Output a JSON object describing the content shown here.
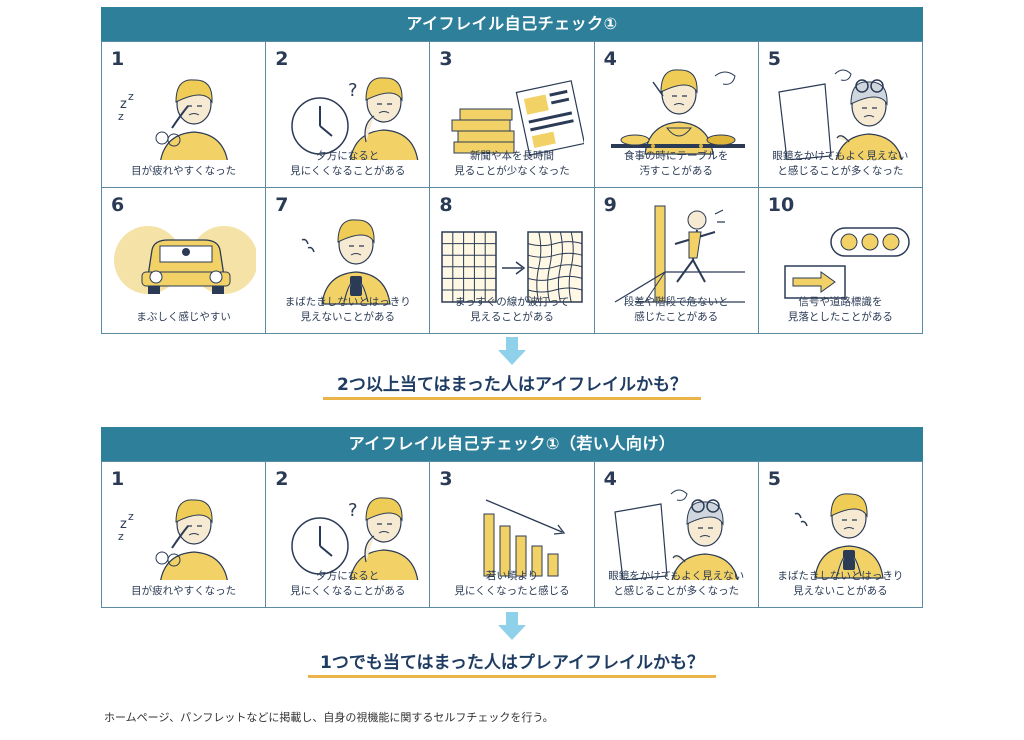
{
  "section1": {
    "title": "アイフレイル自己チェック①",
    "items": [
      {
        "num": "1",
        "caption": "目が疲れやすくなった",
        "icon": "tired-eyes-man-icon"
      },
      {
        "num": "2",
        "caption": "夕方になると\n見にくくなることがある",
        "icon": "clock-woman-icon"
      },
      {
        "num": "3",
        "caption": "新聞や本を長時間\n見ることが少なくなった",
        "icon": "books-newspaper-icon"
      },
      {
        "num": "4",
        "caption": "食事の時にテーブルを\n汚すことがある",
        "icon": "meal-table-icon"
      },
      {
        "num": "5",
        "caption": "眼鏡をかけてもよく見えない\nと感じることが多くなった",
        "icon": "glasses-paper-man-icon"
      },
      {
        "num": "6",
        "caption": "まぶしく感じやすい",
        "icon": "car-headlights-icon"
      },
      {
        "num": "7",
        "caption": "まばたきしないとはっきり\n見えないことがある",
        "icon": "smartphone-woman-icon"
      },
      {
        "num": "8",
        "caption": "まっすぐの線が波打って\n見えることがある",
        "icon": "wavy-grid-icon"
      },
      {
        "num": "9",
        "caption": "段差や階段で危ないと\n感じたことがある",
        "icon": "stairs-fall-icon"
      },
      {
        "num": "10",
        "caption": "信号や道路標識を\n見落としたことがある",
        "icon": "traffic-signal-icon"
      }
    ],
    "conclusion": "2つ以上当てはまった人はアイフレイルかも？"
  },
  "section2": {
    "title": "アイフレイル自己チェック①（若い人向け）",
    "items": [
      {
        "num": "1",
        "caption": "目が疲れやすくなった",
        "icon": "tired-eyes-man-icon"
      },
      {
        "num": "2",
        "caption": "夕方になると\n見にくくなることがある",
        "icon": "clock-woman-icon"
      },
      {
        "num": "3",
        "caption": "若い頃より\n見にくくなったと感じる",
        "icon": "declining-bars-icon"
      },
      {
        "num": "4",
        "caption": "眼鏡をかけてもよく見えない\nと感じることが多くなった",
        "icon": "glasses-paper-man-icon"
      },
      {
        "num": "5",
        "caption": "まばたきしないとはっきり\n見えないことがある",
        "icon": "smartphone-woman-icon"
      }
    ],
    "conclusion": "1つでも当てはまった人はプレアイフレイルかも？"
  },
  "footnote": "ホームページ、パンフレットなどに掲載し、自身の視機能に関するセルフチェックを行う。",
  "colors": {
    "banner": "#2e7f9a",
    "accent": "#eab44a",
    "arrow": "#8fd0ea",
    "text": "#2b3b55"
  }
}
